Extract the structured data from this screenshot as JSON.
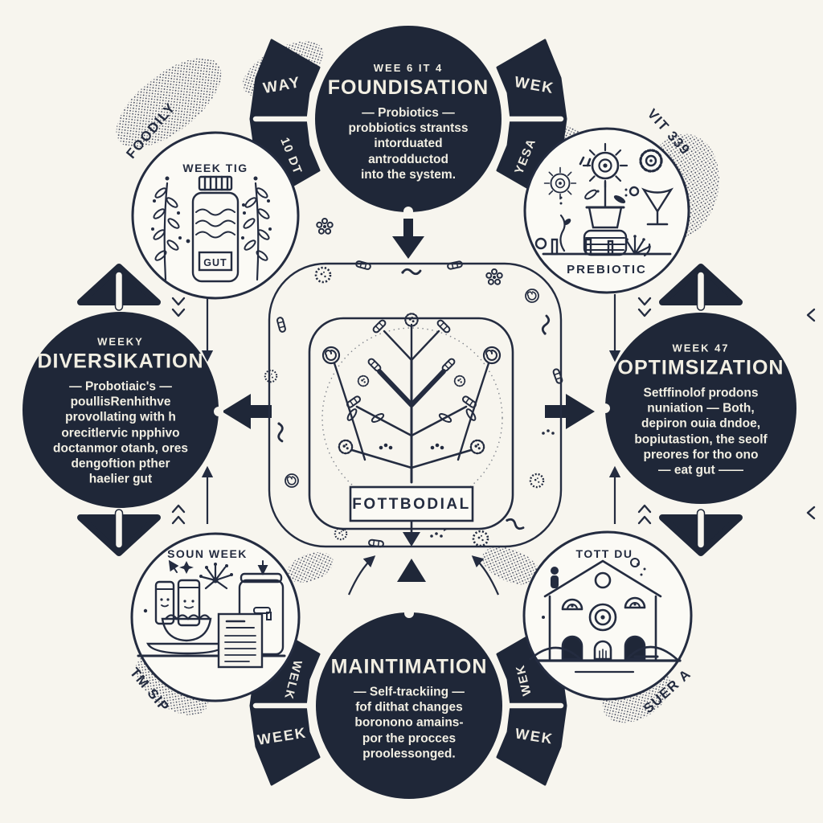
{
  "palette": {
    "ink": "#242c40",
    "paper": "#f7f5ee",
    "dark_fill": "#1f2738",
    "text_on_dark": "#f2efe3"
  },
  "phases": {
    "top": {
      "week": "WEE 6 IT 4",
      "title": "FOUNDISATION",
      "body": "—  Probiotics  —\nprobbiotics strantss\nintorduated\nantrodductod\ninto the system."
    },
    "right": {
      "week": "WEEK 47",
      "title": "OPTIMSIZATION",
      "body": "Setffinolof prodons\nnuniation — Both,\ndepiron ouia dndoe,\nbopiutastion, the seolf\npreores for tho ono\n— eat gut ——"
    },
    "bottom": {
      "week": "",
      "title": "MAINTIMATION",
      "body": "—  Self-trackiing  —\nfof dithat changes\nboronono amains-\npor the procces\nproolessonged."
    },
    "left": {
      "week": "WEEKY",
      "title": "DIVERSIKATION",
      "body": "—  Probotiaic's  —\npoullisRenhithve\nprovollating with h\norecitlervic npphivo\ndoctanmor otanb, ores\ndengoftion pther\nhaelier gut"
    }
  },
  "nodes": {
    "top_left": {
      "label": "WEEK TIG",
      "bottle_label": "GUT",
      "icon": "bottle-and-plants"
    },
    "top_right": {
      "label": "PREBIOTIC",
      "icon": "eye-flowers-pot-goblet"
    },
    "bottom_left": {
      "label": "SOUN WEEK",
      "icon": "jars-bowl-plate-notes"
    },
    "bottom_right": {
      "label": "TOTT DU",
      "icon": "building-facade"
    }
  },
  "wedges": {
    "top_left_upper": "WAY",
    "top_left_lower": "10 DT",
    "top_right_upper": "WEK",
    "top_right_lower": "YESA",
    "bottom_left_upper": "WELK",
    "bottom_left_lower": "WEEK",
    "bottom_right_upper": "WEK",
    "bottom_right_lower": "WEK"
  },
  "captions": {
    "top_left": "FOODILY",
    "top_right": "VIT 339",
    "bottom_left": "TM SIP",
    "bottom_right": "SUER A"
  },
  "center": {
    "label": "FOTTBODIAL",
    "icon": "microbe-tree"
  }
}
